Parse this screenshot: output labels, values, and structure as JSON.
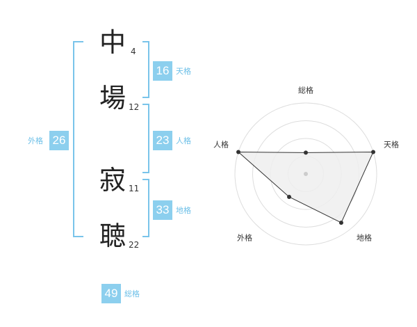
{
  "name": {
    "chars": [
      {
        "char": "中",
        "strokes": "4"
      },
      {
        "char": "場",
        "strokes": "12"
      },
      {
        "char": "寂",
        "strokes": "11"
      },
      {
        "char": "聴",
        "strokes": "22"
      }
    ]
  },
  "fortune": {
    "tenkaku": {
      "value": "16",
      "label": "天格"
    },
    "jinkaku": {
      "value": "23",
      "label": "人格"
    },
    "chikaku": {
      "value": "33",
      "label": "地格"
    },
    "gaikaku": {
      "value": "26",
      "label": "外格"
    },
    "soukaku": {
      "value": "49",
      "label": "総格"
    }
  },
  "radar": {
    "axes": [
      "総格",
      "天格",
      "地格",
      "外格",
      "人格"
    ],
    "values": [
      0.3,
      1.0,
      0.85,
      0.4,
      1.0
    ],
    "colors": {
      "ring": "#dddddd",
      "fill": "#efefef",
      "stroke": "#333333",
      "point": "#333333",
      "center": "#cccccc"
    }
  },
  "colors": {
    "accent": "#8ccfee",
    "accent_text": "#6ec0e8",
    "bracket": "#79c4ea"
  }
}
